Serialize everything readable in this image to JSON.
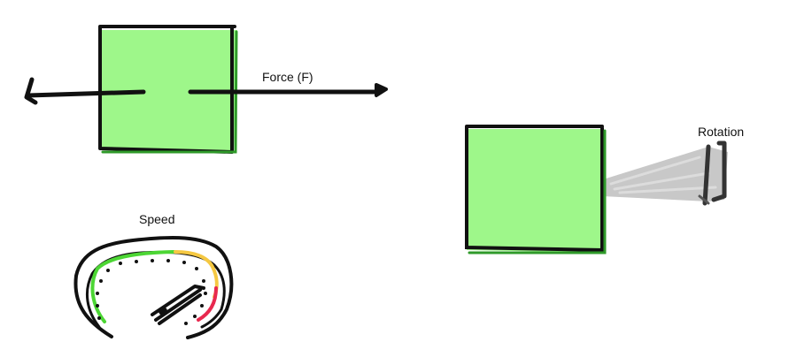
{
  "labels": {
    "force": "Force (F)",
    "rotation": "Rotation",
    "speed": "Speed"
  },
  "colors": {
    "box_fill": "#9ef78a",
    "box_edge": "#2f9a2a",
    "ink": "#111111",
    "rotation_beam": "#c8c8c8",
    "gauge_green": "#4cd634",
    "gauge_yellow": "#f5c842",
    "gauge_red": "#e8294f"
  },
  "icons": {
    "force_arrow": "arrow-right-icon",
    "rotation_ring": "rotation-ring-icon",
    "speedometer": "speedometer-icon"
  }
}
